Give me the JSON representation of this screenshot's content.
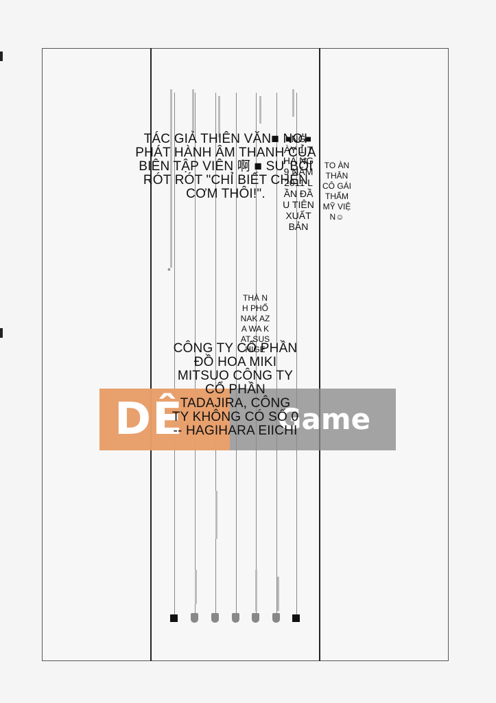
{
  "author_block": "TÁC GIẢ THIÊN VĂN■ NƠI PHÁT HÀNH ÂM THANH CỦA BIÊN TẬP VIÊN 啊 ■ SƯ BỐI RÓT RÓT \"CHỈ BIẾT CHÉN CƠM THÔI!\".",
  "date_block": "■NG■ ÀY 1 THÁ NG 9 NĂM 2011 LẦN ĐẦU TIÊN XUẤT BẢN",
  "title_block": "TO ÀN THÂN CÔ GÁI THẨM MỸ VIỆ N☺",
  "city_block": "THÀ NH PHỐ NAK AZA WA KAT SUS HIGE",
  "company_block": "CÔNG TY CỔ PHẦN ĐỒ HOA MIKI MITSUO CÔNG TY CỔ PHẦN TADAJIRA, CÔNG TY KHÔNG CÓ SỐ 0 -- HAGIHARA EIICHI",
  "watermark": {
    "brand": "DÊ",
    "suffix": "Game"
  }
}
